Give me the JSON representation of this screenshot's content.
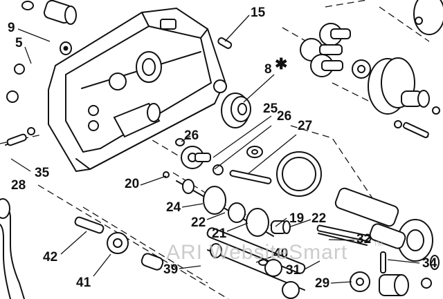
{
  "callouts": [
    {
      "id": "15",
      "text": "15"
    },
    {
      "id": "9",
      "text": "9"
    },
    {
      "id": "5",
      "text": "5"
    },
    {
      "id": "8",
      "text": "8"
    },
    {
      "id": "25",
      "text": "25"
    },
    {
      "id": "26a",
      "text": "26"
    },
    {
      "id": "26b",
      "text": "26"
    },
    {
      "id": "27",
      "text": "27"
    },
    {
      "id": "35",
      "text": "35"
    },
    {
      "id": "28",
      "text": "28"
    },
    {
      "id": "20",
      "text": "20"
    },
    {
      "id": "24",
      "text": "24"
    },
    {
      "id": "22a",
      "text": "22"
    },
    {
      "id": "21",
      "text": "21"
    },
    {
      "id": "19",
      "text": "19"
    },
    {
      "id": "22b",
      "text": "22"
    },
    {
      "id": "32",
      "text": "32"
    },
    {
      "id": "40",
      "text": "40"
    },
    {
      "id": "42",
      "text": "42"
    },
    {
      "id": "41",
      "text": "41"
    },
    {
      "id": "39",
      "text": "39"
    },
    {
      "id": "31",
      "text": "31"
    },
    {
      "id": "34",
      "text": "34"
    },
    {
      "id": "29",
      "text": "29"
    }
  ],
  "asterisk": "✱",
  "watermark": "ARI WebsiteSmart",
  "watermark_tm": "TM"
}
